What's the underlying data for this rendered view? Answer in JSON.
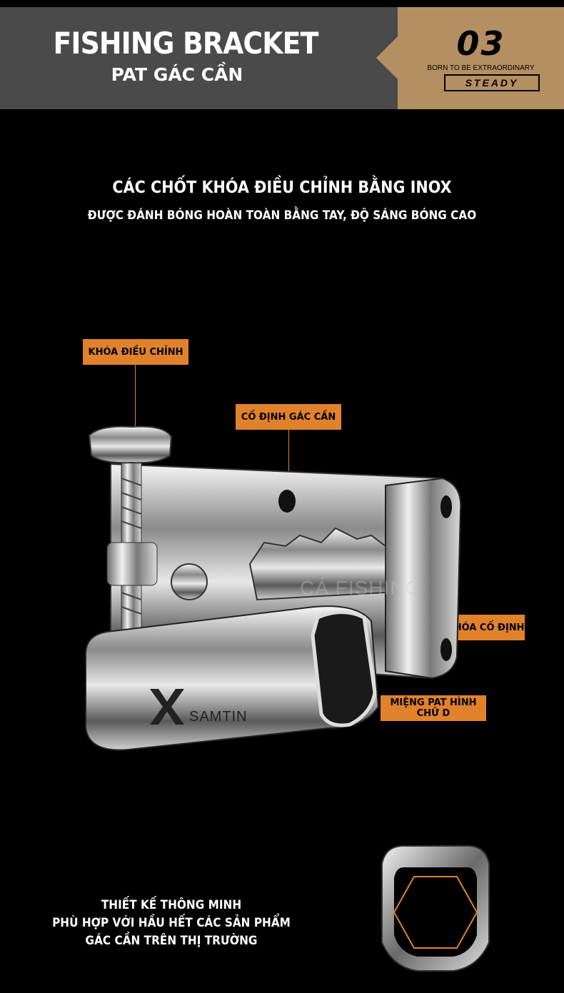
{
  "header": {
    "title": "FISHING BRACKET",
    "subtitle": "PAT GÁC CẦN",
    "number": "03",
    "tagline": "BORN TO BE EXTRAORDINARY",
    "badge": "STEADY"
  },
  "section": {
    "headline": "CÁC CHỐT KHÓA ĐIỀU CHỈNH BẰNG INOX",
    "subline": "ĐƯỢC ĐÁNH BÓNG HOÀN TOÀN BẰNG TAY, ĐỘ SÁNG BÓNG CAO"
  },
  "callouts": {
    "adjust_lock": "KHÓA ĐIỀU CHỈNH",
    "fix_holder": "CỐ ĐỊNH GÁC CẦN",
    "lock_pad": "ĐỆM KHÓA CỐ ĐỊNH",
    "d_mouth": "MIỆNG PAT HÌNH CHỮ D"
  },
  "product": {
    "brand": "SAMTIN",
    "watermark": "CÁ FISHING"
  },
  "footer": {
    "line1": "THIẾT KẾ THÔNG MINH",
    "line2": "PHÙ HỢP VỚI HẦU HẾT CÁC SẢN PHẨM",
    "line3": "GÁC CẦN TRÊN THỊ TRƯỜNG"
  },
  "colors": {
    "accent": "#e0822c",
    "header_gray": "#4a4a4a",
    "header_gold": "#b38f62"
  }
}
